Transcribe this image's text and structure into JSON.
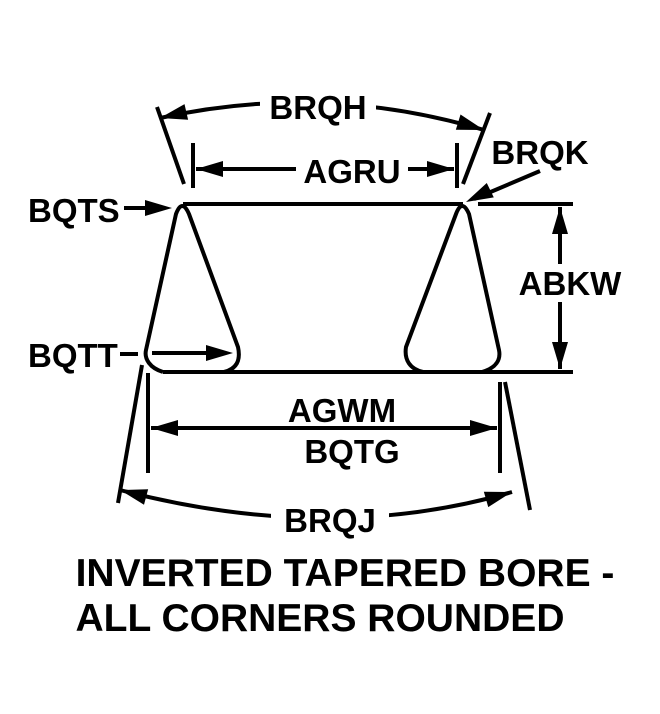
{
  "title": {
    "line1": "INVERTED TAPERED BORE -",
    "line2": "ALL CORNERS ROUNDED"
  },
  "labels": {
    "brqh": "BRQH",
    "agru": "AGRU",
    "brqk": "BRQK",
    "bqts": "BQTS",
    "abkw": "ABKW",
    "bqtt": "BQTT",
    "agwm": "AGWM",
    "bqtg": "BQTG",
    "brqj": "BRQJ"
  },
  "colors": {
    "ink": "#000000",
    "background": "#ffffff"
  }
}
